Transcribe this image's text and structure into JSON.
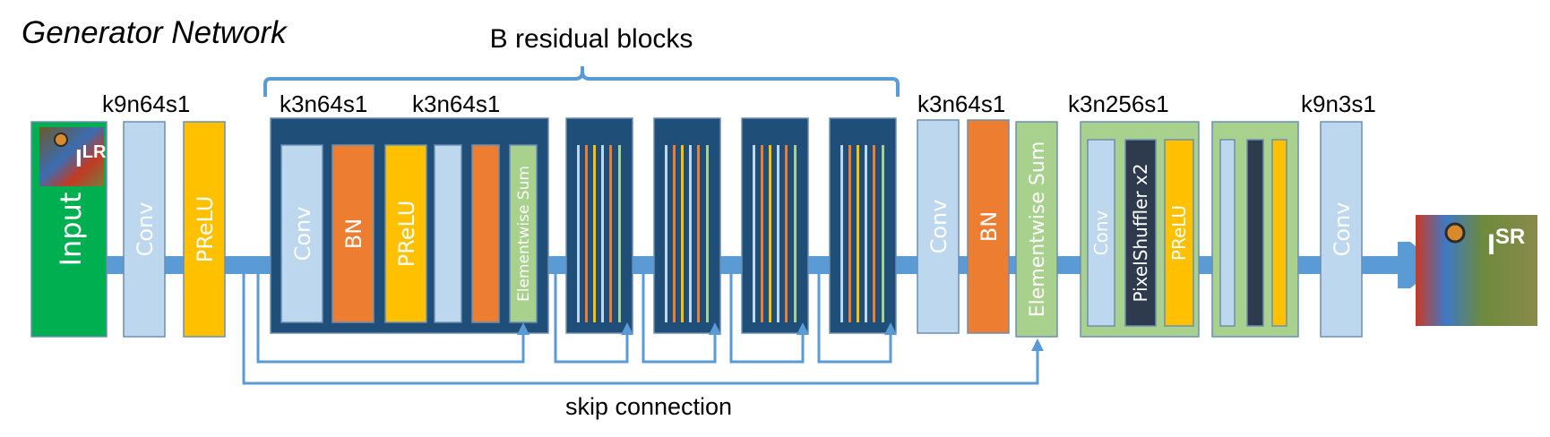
{
  "title": "Generator Network",
  "brace_label": "B residual blocks",
  "skip_label": "skip connection",
  "kernel_labels": {
    "conv_in": "k9n64s1",
    "res_conv1": "k3n64s1",
    "res_conv2": "k3n64s1",
    "post_conv": "k3n64s1",
    "upsample": "k3n256s1",
    "conv_out": "k9n3s1"
  },
  "layers": {
    "input": "Input",
    "conv": "Conv",
    "prelu": "PReLU",
    "bn": "BN",
    "elementwise_sum": "Elementwise Sum",
    "pixelshuffler": "PixelShuffler x2"
  },
  "images": {
    "input_label_main": "I",
    "input_label_sup": "LR",
    "output_label_main": "I",
    "output_label_sup": "SR"
  },
  "colors": {
    "conv": "#bdd7ee",
    "bn": "#ed7d31",
    "prelu": "#ffc000",
    "elementwise_sum": "#a9d18e",
    "residual_block_bg": "#1f4e79",
    "pixelshuffler": "#2e3b4e",
    "upsample_bg": "#a9d18e",
    "input": "#00b050",
    "arrow": "#5b9bd5"
  }
}
